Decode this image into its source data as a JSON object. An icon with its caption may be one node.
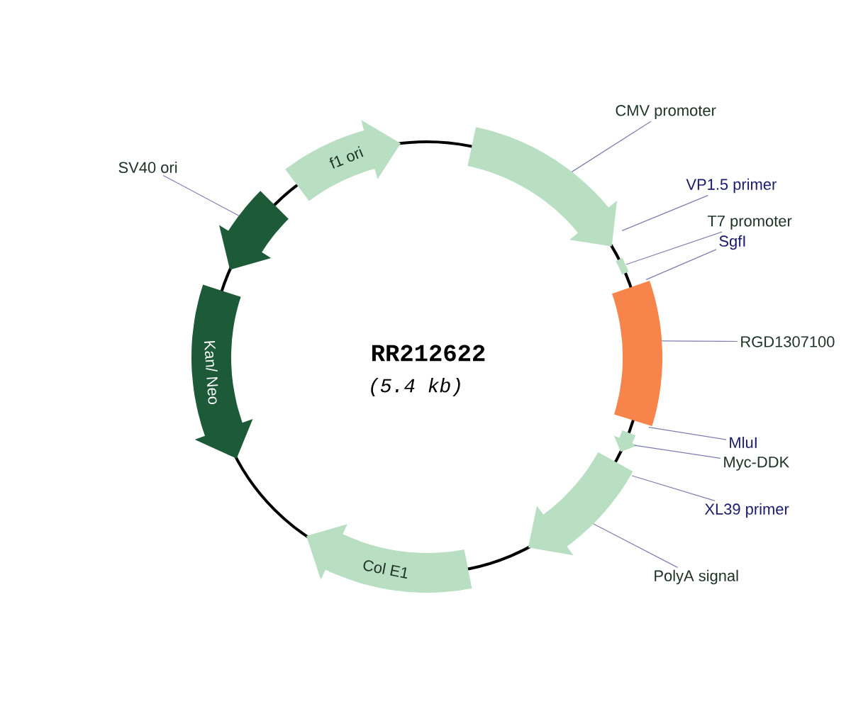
{
  "diagram": {
    "nodes": [
      {
        "text": [
          "f1 ori"
        ]
      },
      {
        "text": [],
        "shape": "arrow"
      },
      {
        "text": [
          "CMV promoter"
        ]
      },
      {
        "text": [
          "VP1.5 primer"
        ]
      },
      {
        "text": [],
        "shape": "bar"
      },
      {
        "text": [
          "T7 promoter"
        ]
      },
      {
        "text": [
          "SgfI"
        ]
      },
      {
        "text": [],
        "shape": "bar"
      },
      {
        "text": [
          "RGD1307100"
        ]
      },
      {
        "text": [
          "MluI"
        ]
      },
      {
        "text": [],
        "shape": "arrow"
      },
      {
        "text": [
          "Myc-DDK"
        ]
      },
      {
        "text": [
          "XL39 primer"
        ]
      },
      {
        "text": [],
        "shape": "arrow"
      },
      {
        "text": [
          "PolyA signal"
        ]
      },
      {
        "text": [
          "Col E1"
        ]
      },
      {
        "text": [
          "Kan/ Neo"
        ]
      },
      {
        "text": [],
        "shape": "arrow"
      },
      {
        "text": [
          "SV40 ori"
        ]
      }
    ],
    "edges": [
      {
        "from": 2,
        "to": 1,
        "arrow": "none"
      },
      {
        "from": 3,
        "to": 1,
        "arrow": "none"
      },
      {
        "from": 5,
        "to": 4,
        "arrow": "none"
      },
      {
        "from": 6,
        "to": 7,
        "arrow": "none"
      },
      {
        "from": 8,
        "to": 7,
        "arrow": "none"
      },
      {
        "from": 9,
        "to": 7,
        "arrow": "none"
      },
      {
        "from": 11,
        "to": 10,
        "arrow": "none"
      },
      {
        "from": 12,
        "to": 13,
        "arrow": "none"
      },
      {
        "from": 14,
        "to": 13,
        "arrow": "none"
      },
      {
        "from": 18,
        "to": 17,
        "arrow": "none"
      }
    ],
    "labels": [
      "RR212622",
      "(5.4 kb)"
    ]
  }
}
